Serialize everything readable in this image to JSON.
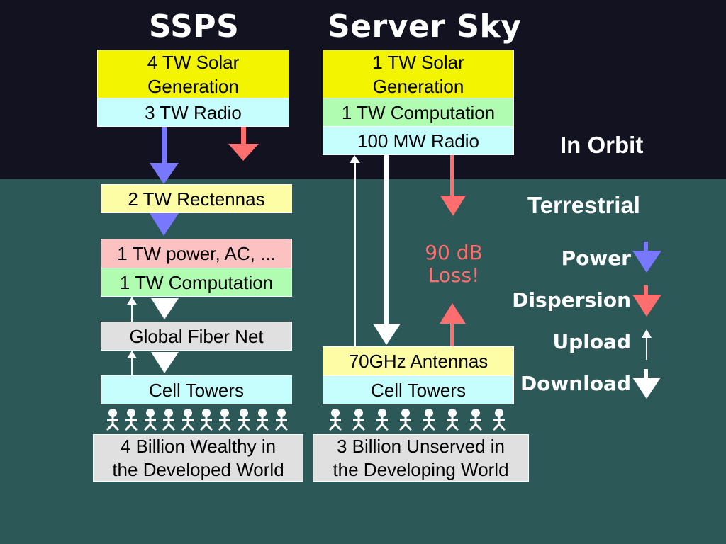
{
  "titles": {
    "left": "SSPS",
    "right": "Server Sky"
  },
  "zones": {
    "orbit": "In Orbit",
    "terrestrial": "Terrestrial"
  },
  "ssps": {
    "satellite": [
      "4 TW Solar\nGeneration",
      "3 TW Radio"
    ],
    "rectennas": "2 TW Rectennas",
    "ground_station": [
      "1 TW power, AC, ...",
      "1 TW Computation"
    ],
    "fiber": "Global Fiber Net",
    "towers": "Cell Towers",
    "people_count": 10,
    "population": "4 Billion Wealthy in\nthe Developed World"
  },
  "server_sky": {
    "satellite": [
      "1 TW Solar\nGeneration",
      "1 TW Computation",
      "100 MW Radio"
    ],
    "ground": [
      "70GHz Antennas",
      "Cell Towers"
    ],
    "people_count": 8,
    "population": "3 Billion Unserved in\nthe Developing World",
    "loss_line1": "90 dB",
    "loss_line2": "Loss!"
  },
  "legend": {
    "power": "Power",
    "dispersion": "Dispersion",
    "upload": "Upload",
    "download": "Download"
  },
  "colors": {
    "orbit_bg": "#121220",
    "terrestrial_bg": "#2d5858",
    "power_arrow": "#7878ff",
    "dispersion_arrow": "#ff6e6e",
    "data_arrow": "#ffffff"
  }
}
